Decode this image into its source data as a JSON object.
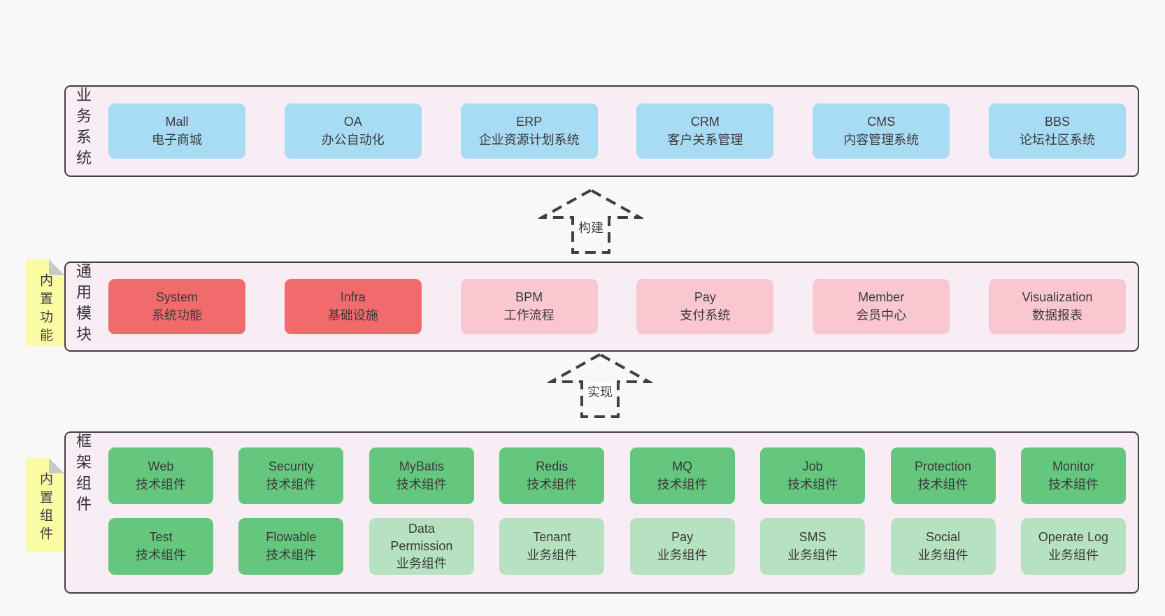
{
  "colors": {
    "page_bg": "#f8f8f8",
    "band_bg": "#f8edf5",
    "band_border": "#414141",
    "box_blue": "#a8dbf4",
    "box_red": "#f16b6c",
    "box_pink": "#f9c7cf",
    "box_green": "#65c67e",
    "box_green_light": "#b7e2c1",
    "sticky_yellow": "#fbfba4",
    "sticky_fold_gray": "#c9c9c9",
    "text": "#3b3b3b"
  },
  "layers": [
    {
      "id": "business-systems",
      "label_vertical": "业务系统",
      "boxes": [
        {
          "name": "Mall",
          "desc": "电子商城",
          "type": "blue"
        },
        {
          "name": "OA",
          "desc": "办公自动化",
          "type": "blue"
        },
        {
          "name": "ERP",
          "desc": "企业资源计划系统",
          "type": "blue"
        },
        {
          "name": "CRM",
          "desc": "客户关系管理",
          "type": "blue"
        },
        {
          "name": "CMS",
          "desc": "内容管理系统",
          "type": "blue"
        },
        {
          "name": "BBS",
          "desc": "论坛社区系统",
          "type": "blue"
        }
      ]
    },
    {
      "id": "common-modules",
      "label_vertical": "通用模块",
      "sticky_note": "内置功能",
      "boxes": [
        {
          "name": "System",
          "desc": "系统功能",
          "type": "red"
        },
        {
          "name": "Infra",
          "desc": "基础设施",
          "type": "red"
        },
        {
          "name": "BPM",
          "desc": "工作流程",
          "type": "pink"
        },
        {
          "name": "Pay",
          "desc": "支付系统",
          "type": "pink"
        },
        {
          "name": "Member",
          "desc": "会员中心",
          "type": "pink"
        },
        {
          "name": "Visualization",
          "desc": "数据报表",
          "type": "pink"
        }
      ]
    },
    {
      "id": "framework-components",
      "label_vertical": "框架组件",
      "sticky_note": "内置组件",
      "rows": [
        [
          {
            "name": "Web",
            "desc": "技术组件",
            "type": "green"
          },
          {
            "name": "Security",
            "desc": "技术组件",
            "type": "green"
          },
          {
            "name": "MyBatis",
            "desc": "技术组件",
            "type": "green"
          },
          {
            "name": "Redis",
            "desc": "技术组件",
            "type": "green"
          },
          {
            "name": "MQ",
            "desc": "技术组件",
            "type": "green"
          },
          {
            "name": "Job",
            "desc": "技术组件",
            "type": "green"
          },
          {
            "name": "Protection",
            "desc": "技术组件",
            "type": "green"
          },
          {
            "name": "Monitor",
            "desc": "技术组件",
            "type": "green"
          }
        ],
        [
          {
            "name": "Test",
            "desc": "技术组件",
            "type": "green"
          },
          {
            "name": "Flowable",
            "desc": "技术组件",
            "type": "green"
          },
          {
            "name": "Data Permission",
            "desc": "业务组件",
            "type": "green-light"
          },
          {
            "name": "Tenant",
            "desc": "业务组件",
            "type": "green-light"
          },
          {
            "name": "Pay",
            "desc": "业务组件",
            "type": "green-light"
          },
          {
            "name": "SMS",
            "desc": "业务组件",
            "type": "green-light"
          },
          {
            "name": "Social",
            "desc": "业务组件",
            "type": "green-light"
          },
          {
            "name": "Operate Log",
            "desc": "业务组件",
            "type": "green-light"
          }
        ]
      ]
    }
  ],
  "arrows": [
    {
      "label": "构建"
    },
    {
      "label": "实现"
    }
  ]
}
